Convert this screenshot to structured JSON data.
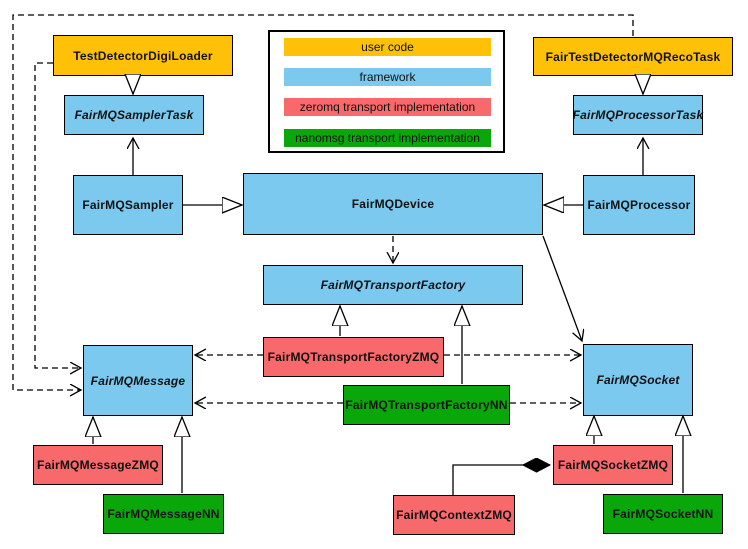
{
  "colors": {
    "user-code": "#FFC107",
    "framework": "#7CC9EF",
    "zeromq": "#F8696B",
    "nanomsg": "#0AA70A"
  },
  "legend": {
    "items": [
      {
        "label": "user code",
        "category": "user-code"
      },
      {
        "label": "framework",
        "category": "framework"
      },
      {
        "label": "zeromq transport implementation",
        "category": "zeromq"
      },
      {
        "label": "nanomsg transport implementation",
        "category": "nanomsg"
      }
    ]
  },
  "nodes": {
    "testDetectorDigiLoader": {
      "label": "TestDetectorDigiLoader",
      "category": "user-code",
      "abstract": false
    },
    "fairTestDetectorMQRecoTask": {
      "label": "FairTestDetectorMQRecoTask",
      "category": "user-code",
      "abstract": false
    },
    "fairMQSamplerTask": {
      "label": "FairMQSamplerTask",
      "category": "framework",
      "abstract": true
    },
    "fairMQProcessorTask": {
      "label": "FairMQProcessorTask",
      "category": "framework",
      "abstract": true
    },
    "fairMQSampler": {
      "label": "FairMQSampler",
      "category": "framework",
      "abstract": false
    },
    "fairMQDevice": {
      "label": "FairMQDevice",
      "category": "framework",
      "abstract": false
    },
    "fairMQProcessor": {
      "label": "FairMQProcessor",
      "category": "framework",
      "abstract": false
    },
    "fairMQTransportFactory": {
      "label": "FairMQTransportFactory",
      "category": "framework",
      "abstract": true
    },
    "fairMQTransportFactoryZMQ": {
      "label": "FairMQTransportFactoryZMQ",
      "category": "zeromq",
      "abstract": false
    },
    "fairMQTransportFactoryNN": {
      "label": "FairMQTransportFactoryNN",
      "category": "nanomsg",
      "abstract": false
    },
    "fairMQMessage": {
      "label": "FairMQMessage",
      "category": "framework",
      "abstract": true
    },
    "fairMQSocket": {
      "label": "FairMQSocket",
      "category": "framework",
      "abstract": true
    },
    "fairMQMessageZMQ": {
      "label": "FairMQMessageZMQ",
      "category": "zeromq",
      "abstract": false
    },
    "fairMQMessageNN": {
      "label": "FairMQMessageNN",
      "category": "nanomsg",
      "abstract": false
    },
    "fairMQContextZMQ": {
      "label": "FairMQContextZMQ",
      "category": "zeromq",
      "abstract": false
    },
    "fairMQSocketZMQ": {
      "label": "FairMQSocketZMQ",
      "category": "zeromq",
      "abstract": false
    },
    "fairMQSocketNN": {
      "label": "FairMQSocketNN",
      "category": "nanomsg",
      "abstract": false
    }
  },
  "edges": [
    {
      "from": "TestDetectorDigiLoader",
      "to": "FairMQSamplerTask",
      "type": "inheritance"
    },
    {
      "from": "FairTestDetectorMQRecoTask",
      "to": "FairMQProcessorTask",
      "type": "inheritance"
    },
    {
      "from": "FairMQSampler",
      "to": "FairMQSamplerTask",
      "type": "association"
    },
    {
      "from": "FairMQProcessor",
      "to": "FairMQProcessorTask",
      "type": "association"
    },
    {
      "from": "FairMQSampler",
      "to": "FairMQDevice",
      "type": "inheritance"
    },
    {
      "from": "FairMQProcessor",
      "to": "FairMQDevice",
      "type": "inheritance"
    },
    {
      "from": "FairMQDevice",
      "to": "FairMQTransportFactory",
      "type": "dependency-dashed"
    },
    {
      "from": "FairMQDevice",
      "to": "FairMQSocket",
      "type": "association"
    },
    {
      "from": "FairMQTransportFactoryZMQ",
      "to": "FairMQTransportFactory",
      "type": "inheritance"
    },
    {
      "from": "FairMQTransportFactoryNN",
      "to": "FairMQTransportFactory",
      "type": "inheritance"
    },
    {
      "from": "FairMQTransportFactoryZMQ",
      "to": "FairMQMessage",
      "type": "dependency-dashed"
    },
    {
      "from": "FairMQTransportFactoryZMQ",
      "to": "FairMQSocket",
      "type": "dependency-dashed"
    },
    {
      "from": "FairMQTransportFactoryNN",
      "to": "FairMQMessage",
      "type": "dependency-dashed"
    },
    {
      "from": "FairMQTransportFactoryNN",
      "to": "FairMQSocket",
      "type": "dependency-dashed"
    },
    {
      "from": "TestDetectorDigiLoader",
      "to": "FairMQMessage",
      "type": "dependency-dashed"
    },
    {
      "from": "FairTestDetectorMQRecoTask",
      "to": "FairMQMessage",
      "type": "dependency-dashed"
    },
    {
      "from": "FairMQMessageZMQ",
      "to": "FairMQMessage",
      "type": "inheritance"
    },
    {
      "from": "FairMQMessageNN",
      "to": "FairMQMessage",
      "type": "inheritance"
    },
    {
      "from": "FairMQSocketZMQ",
      "to": "FairMQSocket",
      "type": "inheritance"
    },
    {
      "from": "FairMQSocketNN",
      "to": "FairMQSocket",
      "type": "inheritance"
    },
    {
      "from": "FairMQContextZMQ",
      "to": "FairMQSocketZMQ",
      "type": "composition"
    }
  ]
}
